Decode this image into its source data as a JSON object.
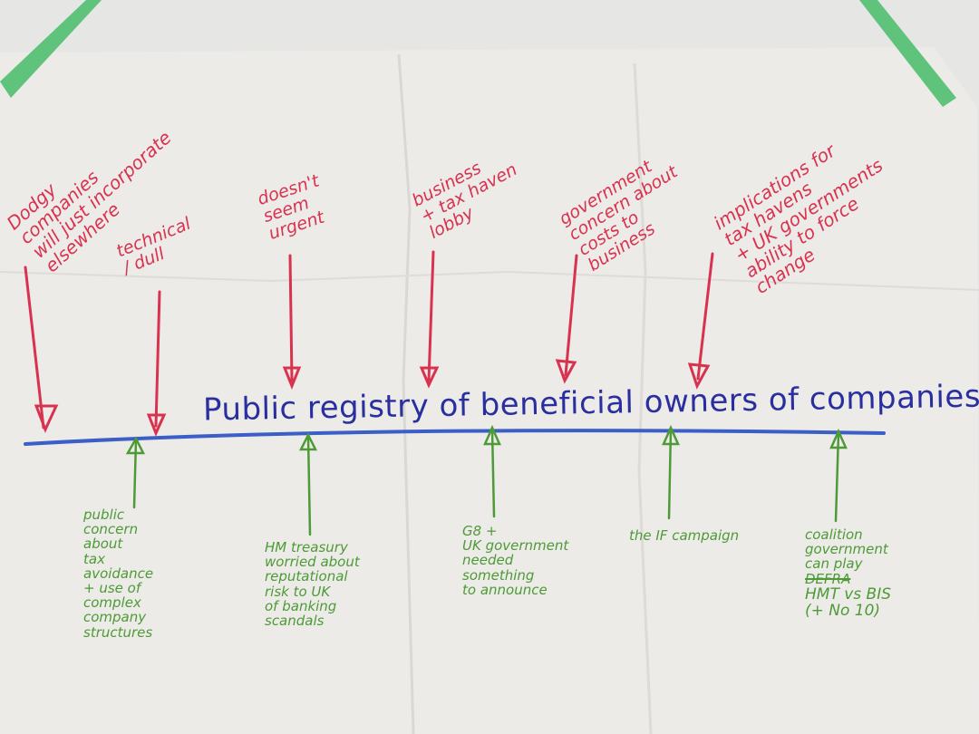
{
  "title": "Public registry of beneficial owners of companies",
  "barriers": [
    {
      "text": "Dodgy\ncompanies\nwill just incorporate\nelsewhere"
    },
    {
      "text": "technical\n/ dull"
    },
    {
      "text": "doesn't\nseem\nurgent"
    },
    {
      "text": "business\n+ tax haven\nlobby"
    },
    {
      "text": "government\nconcern about\ncosts to\nbusiness"
    },
    {
      "text": "implications for\ntax havens\n+ UK governments\nability to force\nchange"
    }
  ],
  "drivers": [
    {
      "text": "public\nconcern\nabout\ntax\navoidance\n+ use of\ncomplex\ncompany\nstructures"
    },
    {
      "text": "HM treasury\nworried about\nreputational\nrisk to UK\nof banking\nscandals"
    },
    {
      "text": "G8 +\nUK government\nneeded\nsomething\nto announce"
    },
    {
      "text": "the IF campaign"
    },
    {
      "text": "coalition\ngovernment\ncan play",
      "struck": "DEFRA",
      "after": "HMT vs BIS\n(+ No 10)"
    }
  ],
  "colors": {
    "barrier_ink": "#d9324f",
    "driver_ink": "#4d9a36",
    "title_ink": "#2a2fa0",
    "paper": "#ecebe8",
    "tape": "#5fc37c"
  }
}
